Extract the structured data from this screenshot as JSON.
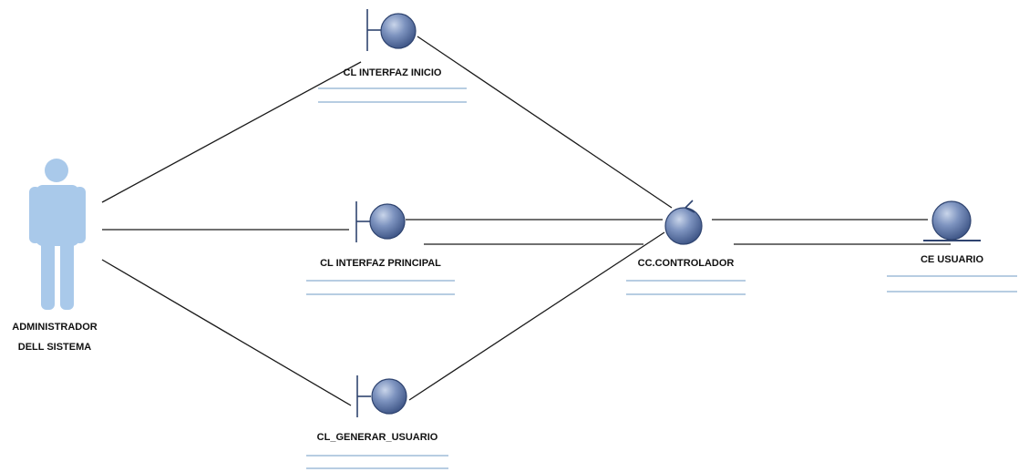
{
  "diagram": {
    "actor": {
      "name_line1": "ADMINISTRADOR",
      "name_line2": "DELL SISTEMA"
    },
    "boundaries": [
      {
        "id": "inicio",
        "label": "CL  INTERFAZ  INICIO"
      },
      {
        "id": "principal",
        "label": "CL  INTERFAZ  PRINCIPAL"
      },
      {
        "id": "generar",
        "label": "CL_GENERAR_USUARIO"
      }
    ],
    "control": {
      "label": "CC.CONTROLADOR"
    },
    "entity": {
      "label": "CE  USUARIO"
    }
  },
  "colors": {
    "actor": "#a9c9ea",
    "ball_light": "#aebfdc",
    "ball_dark": "#4e6797",
    "ball_stroke": "#2f4470",
    "underline": "#b7cde2",
    "line": "#1a1a1a"
  }
}
